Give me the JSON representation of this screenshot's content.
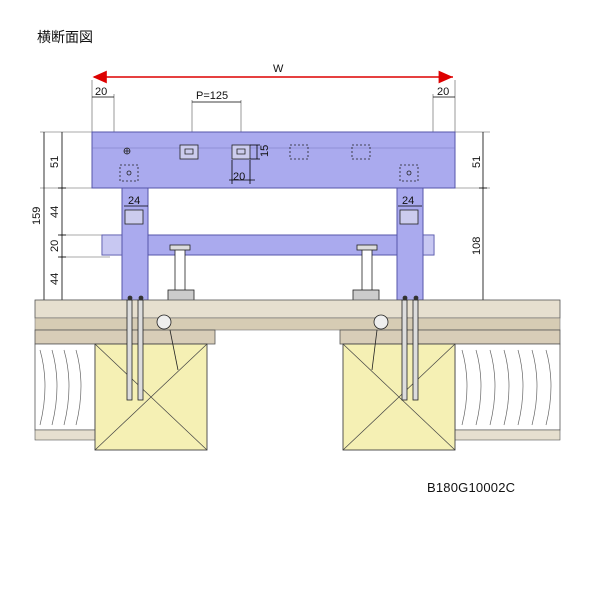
{
  "title": "横断面図",
  "code": "B180G10002C",
  "dimensions": {
    "overall_width": "W",
    "left_edge": "20",
    "right_edge": "20",
    "pitch": "P=125",
    "slot_height": "15",
    "slot_width": "20",
    "top_beam_left": "51",
    "top_beam_right": "51",
    "gap_upper": "44",
    "mid_rail": "20",
    "gap_lower": "44",
    "total_height_left": "159",
    "total_height_right": "108",
    "post_width_left": "24",
    "post_width_right": "24"
  },
  "colors": {
    "beam": "#aaaaee",
    "beam_stroke": "#5555aa",
    "dimension_arrow": "#dd0000",
    "wood": "#f5f0b4",
    "slab": "#d8cdb8",
    "insulation": "#ffffff"
  }
}
